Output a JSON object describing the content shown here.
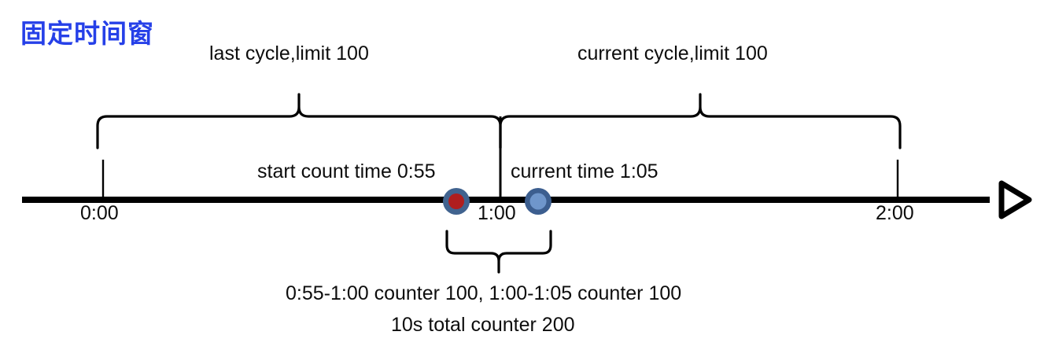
{
  "diagram": {
    "title": "固定时间窗",
    "title_color": "#2640e8",
    "text_color": "#0d0d0d",
    "background": "#ffffff",
    "braces": {
      "last_cycle_label": "last cycle,limit 100",
      "current_cycle_label": "current cycle,limit 100"
    },
    "markers": {
      "start_count_label": "start count time 0:55",
      "current_time_label": "current time 1:05",
      "start_dot_color": "#b01e1e",
      "start_dot_ring": "#41638f",
      "current_dot_color": "#6f96cb",
      "current_dot_ring": "#3c5e8f"
    },
    "axis": {
      "ticks": [
        "0:00",
        "1:00",
        "2:00"
      ],
      "line_color": "#000000",
      "arrow": "open-triangle-right"
    },
    "footer": {
      "counters_line": "0:55-1:00 counter 100, 1:00-1:05 counter 100",
      "total_line": "10s total counter 200"
    }
  }
}
